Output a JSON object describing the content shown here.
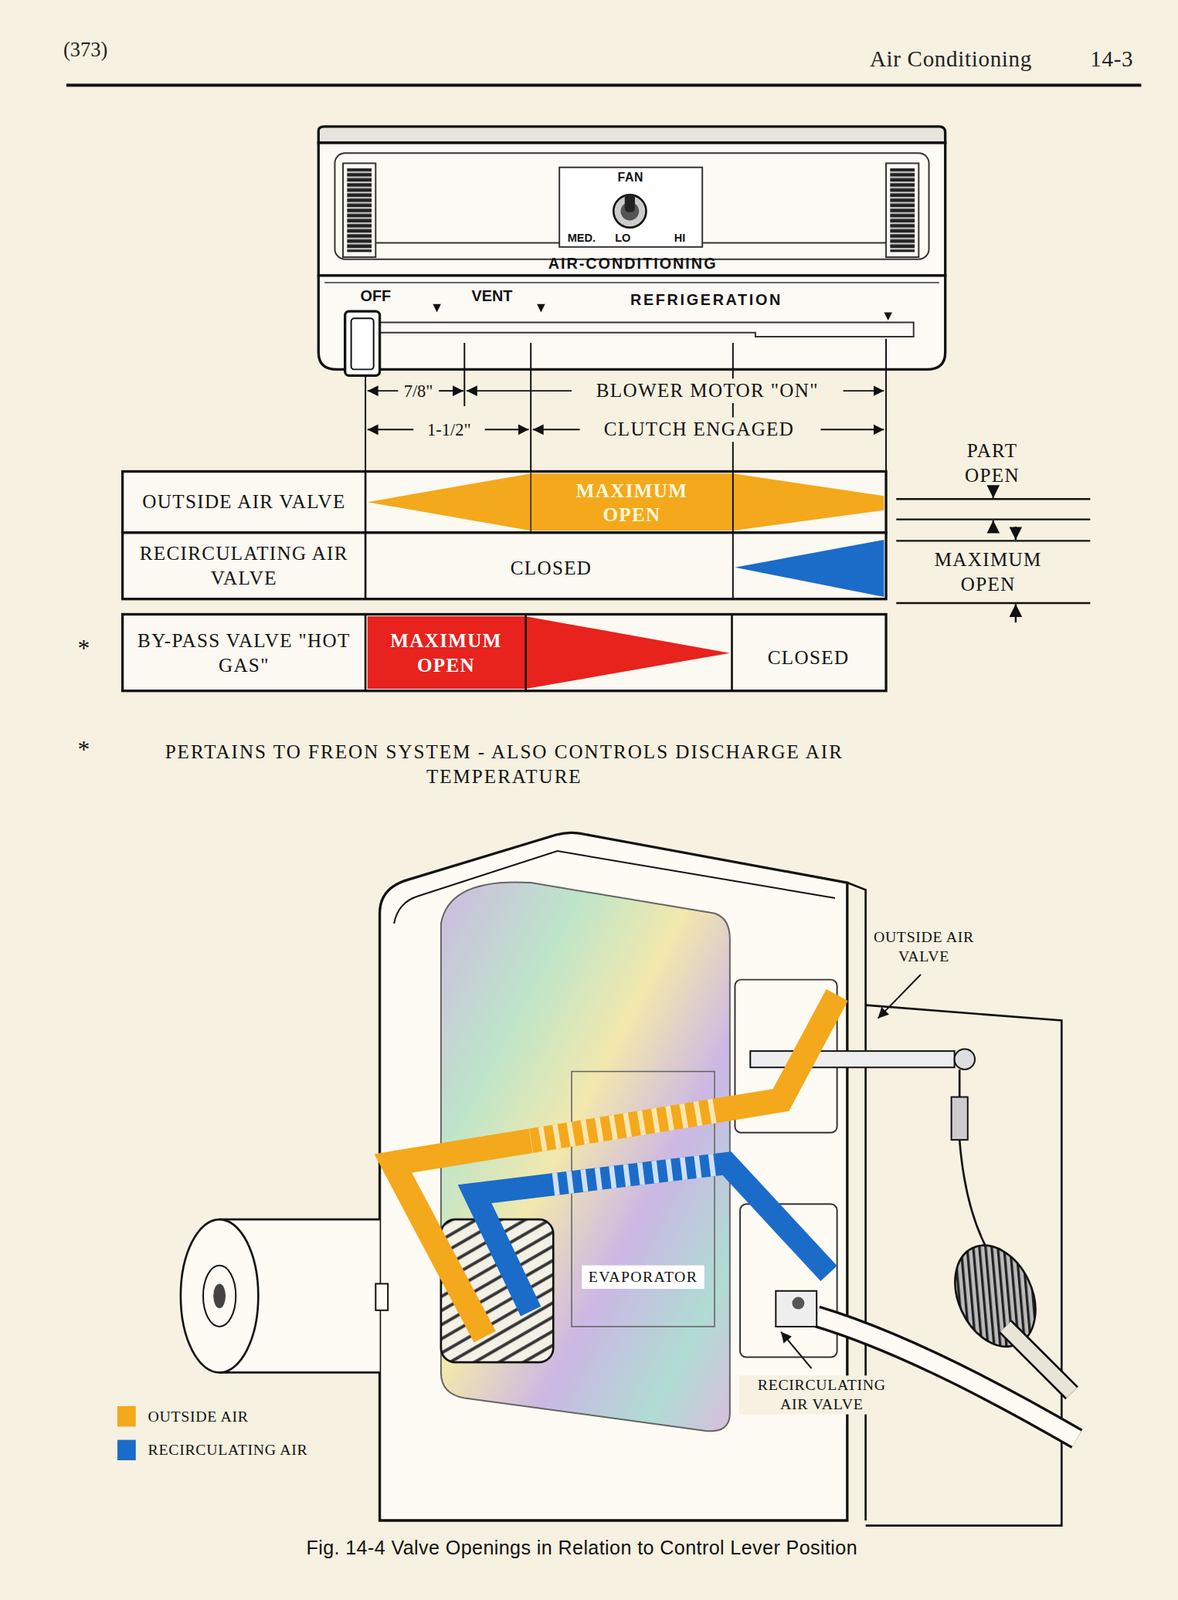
{
  "diagram": {
    "caption": "Fig. 14-4   Valve Openings in Relation to Control Lever Position",
    "nodes": [
      {
        "text": [
          "EVAPORATOR"
        ]
      }
    ],
    "labels": [
      "(373)",
      "Air Conditioning",
      "14-3",
      "FAN",
      "MED.",
      "LO",
      "HI",
      "AIR-CONDITIONING",
      "OFF",
      "VENT",
      "REFRIGERATION",
      "7/8\"",
      "BLOWER MOTOR \"ON\"",
      "1-1/2\"",
      "CLUTCH ENGAGED",
      "OUTSIDE AIR VALVE",
      "MAXIMUM OPEN",
      "RECIRCULATING AIR VALVE",
      "CLOSED",
      "*",
      "BY-PASS VALVE \"HOT GAS\"",
      "MAXIMUM OPEN",
      "CLOSED",
      "PART OPEN",
      "MAXIMUM OPEN",
      "*",
      "PERTAINS TO FREON SYSTEM - ALSO CONTROLS DISCHARGE AIR TEMPERATURE",
      "OUTSIDE AIR VALVE",
      "RECIRCULATING AIR VALVE"
    ],
    "legend": [
      {
        "text": "OUTSIDE AIR",
        "color": "#f4a81c"
      },
      {
        "text": "RECIRCULATING AIR",
        "color": "#1b6cc8"
      }
    ]
  }
}
